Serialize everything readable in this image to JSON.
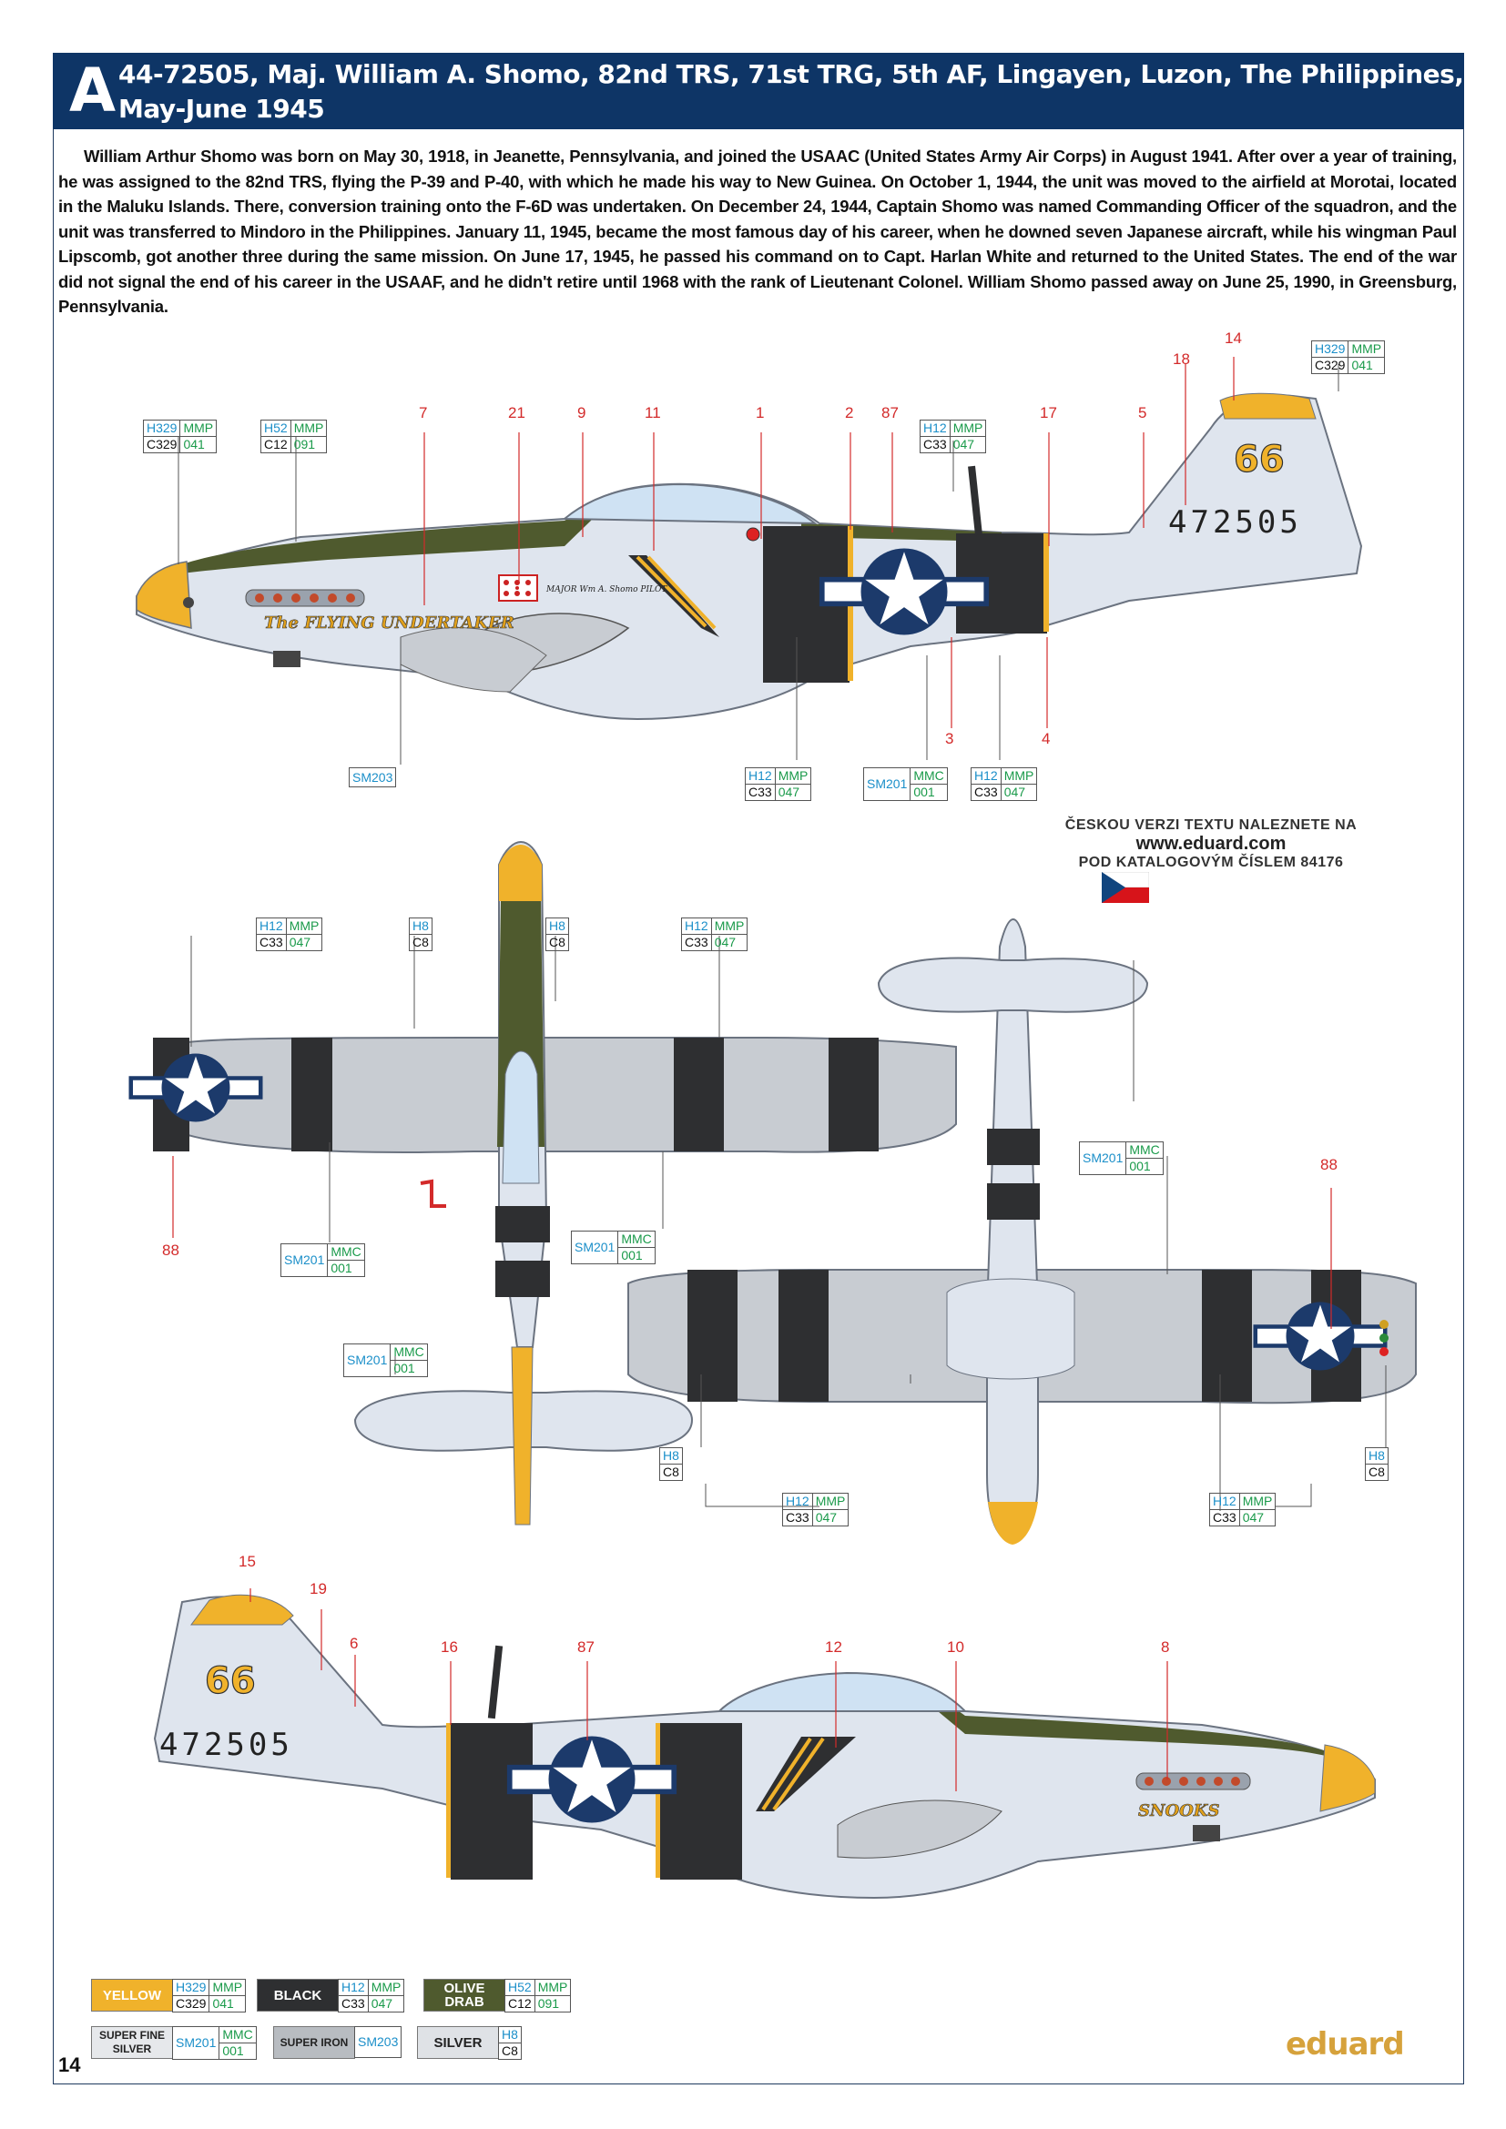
{
  "header": {
    "letter": "A",
    "title_line1": "44-72505, Maj. William A. Shomo, 82nd TRS, 71st TRG, 5th AF, Lingayen, Luzon, The Philippines,",
    "title_line2": "May-June 1945"
  },
  "bio": "William Arthur Shomo was born on May 30, 1918, in Jeanette, Pennsylvania, and joined the USAAC (United States Army Air Corps) in August 1941. After over a year of training, he was assigned to the 82nd TRS, flying the P-39 and P-40, with which he made his way to New Guinea. On October 1, 1944, the unit was moved to the airfield at Morotai, located in the Maluku Islands. There, conversion training onto the F-6D was undertaken. On December 24, 1944, Captain Shomo was named Commanding Officer of the squadron, and the unit was transferred to Mindoro in the Philippines. January 11, 1945, became the most famous day of his career, when he downed seven Japanese aircraft, while his wingman Paul Lipscomb, got another three during the same mission. On June 17, 1945, he passed his command on to Capt. Harlan White and returned to the United States. The end of the war did not signal the end of his career in the USAAF, and he didn't retire until 1968 with the rank of Lieutenant Colonel. William Shomo passed away on June 25, 1990, in Greensburg, Pennsylvania.",
  "czech_note": {
    "line1": "ČESKOU VERZI TEXTU NALEZNETE NA",
    "line2": "www.eduard.com",
    "line3": "POD KATALOGOVÝM ČÍSLEM 84176"
  },
  "markings": {
    "serial": "472505",
    "tail_code": "66",
    "nose_name_left": "The FLYING UNDERTAKER",
    "nose_name_right": "SNOOKS",
    "pilot_label": "MAJOR Wm A. Shomo PILOT"
  },
  "callouts": {
    "top": [
      "14",
      "18",
      "7",
      "21",
      "9",
      "11",
      "1",
      "2",
      "87",
      "17",
      "5",
      "3",
      "4"
    ],
    "mid": [
      "88",
      "88"
    ],
    "bottom": [
      "15",
      "19",
      "6",
      "16",
      "87",
      "12",
      "10",
      "8"
    ]
  },
  "codes": {
    "h329": "H329",
    "c329": "C329",
    "mmp041": "041",
    "mmp": "MMP",
    "h52": "H52",
    "c12": "C12",
    "mmp091": "091",
    "h12": "H12",
    "c33": "C33",
    "mmp047": "047",
    "sm203": "SM203",
    "sm201": "SM201",
    "mmc": "MMC",
    "mmc001": "001",
    "h8": "H8",
    "c8": "C8"
  },
  "legend": {
    "yellow": "YELLOW",
    "black": "BLACK",
    "olive_drab": "OLIVE DRAB",
    "super_fine_silver": "SUPER FINE SILVER",
    "super_iron": "SUPER IRON",
    "silver": "SILVER"
  },
  "colors": {
    "header_bg": "#0e3566",
    "yellow": "#f0b22b",
    "black": "#2e2f31",
    "olive_drab": "#4f5a2e",
    "silver": "#dfe5ee",
    "super_silver": "#c8ccd2",
    "star_blue": "#1c3a6b",
    "callout_red": "#d32a2a"
  },
  "footer": {
    "page_number": "14",
    "brand": "eduard"
  }
}
